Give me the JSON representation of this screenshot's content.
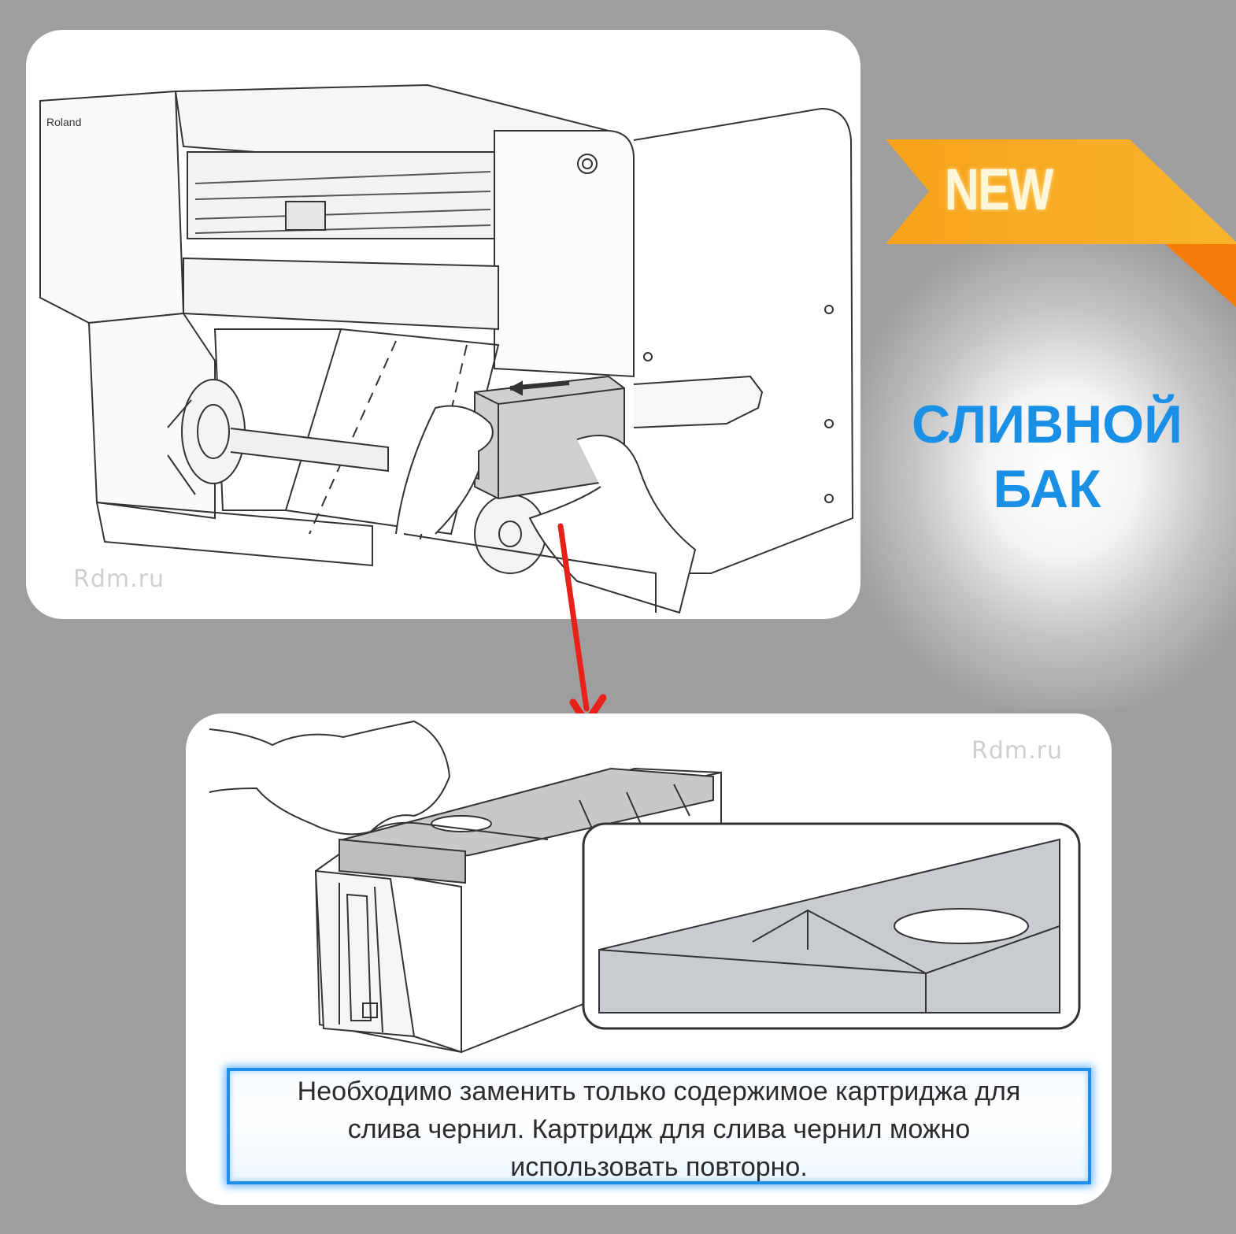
{
  "ribbon": {
    "label": "NEW",
    "color": "#f7a21b"
  },
  "title": {
    "line1": "СЛИВНОЙ",
    "line2": "БАК",
    "color": "#1a8fe6"
  },
  "watermarks": {
    "top": "Rdm.ru",
    "bottom": "Rdm.ru"
  },
  "printer_brand": "Roland",
  "notice": {
    "line1": "Необходимо заменить только содержимое картриджа для",
    "line2": "слива чернил. Картридж для слива чернил можно",
    "line3": "использовать повторно."
  },
  "arrow_color": "#e8201a"
}
